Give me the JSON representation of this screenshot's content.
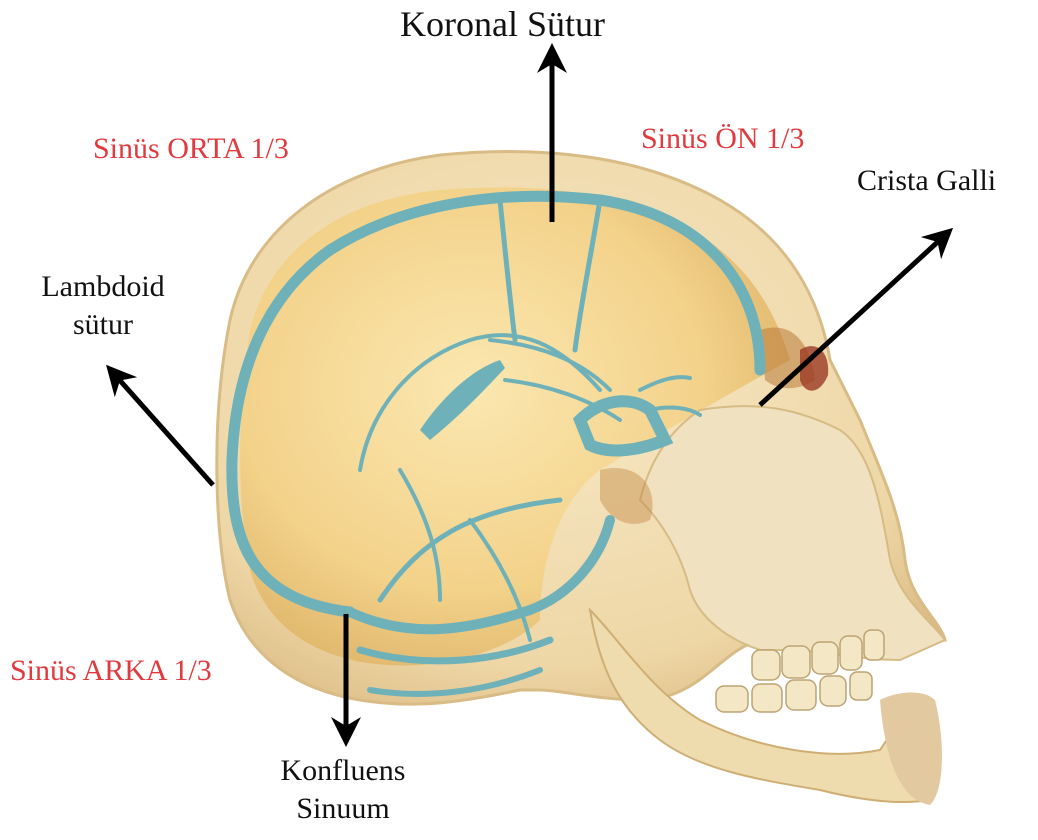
{
  "colors": {
    "label_black": "#111111",
    "label_red": "#e0393e",
    "arrow": "#000000",
    "bone_fill": "#f1deb4",
    "bone_shadow": "#c99a58",
    "bone_edge": "#e8cfa0",
    "inner_cavity": "#f5d98f",
    "sinus_vessel": "#6fb1b9",
    "teeth": "#f3e7c6",
    "background": "#ffffff"
  },
  "labels": {
    "koronal_sutur": "Koronal Sütur",
    "sinus_orta": "Sinüs ORTA 1/3",
    "sinus_on": "Sinüs ÖN 1/3",
    "crista_galli": "Crista Galli",
    "lambdoid_line1": "Lambdoid",
    "lambdoid_line2": "sütur",
    "sinus_arka": "Sinüs ARKA 1/3",
    "konfluens_line1": "Konfluens",
    "konfluens_line2": "Sinuum"
  },
  "figure": {
    "subject": "sagittal-section-skull-with-dural-venous-sinuses",
    "icons": [
      "arrow-up-icon",
      "arrow-up-right-icon",
      "arrow-up-left-icon",
      "arrow-down-icon"
    ]
  }
}
